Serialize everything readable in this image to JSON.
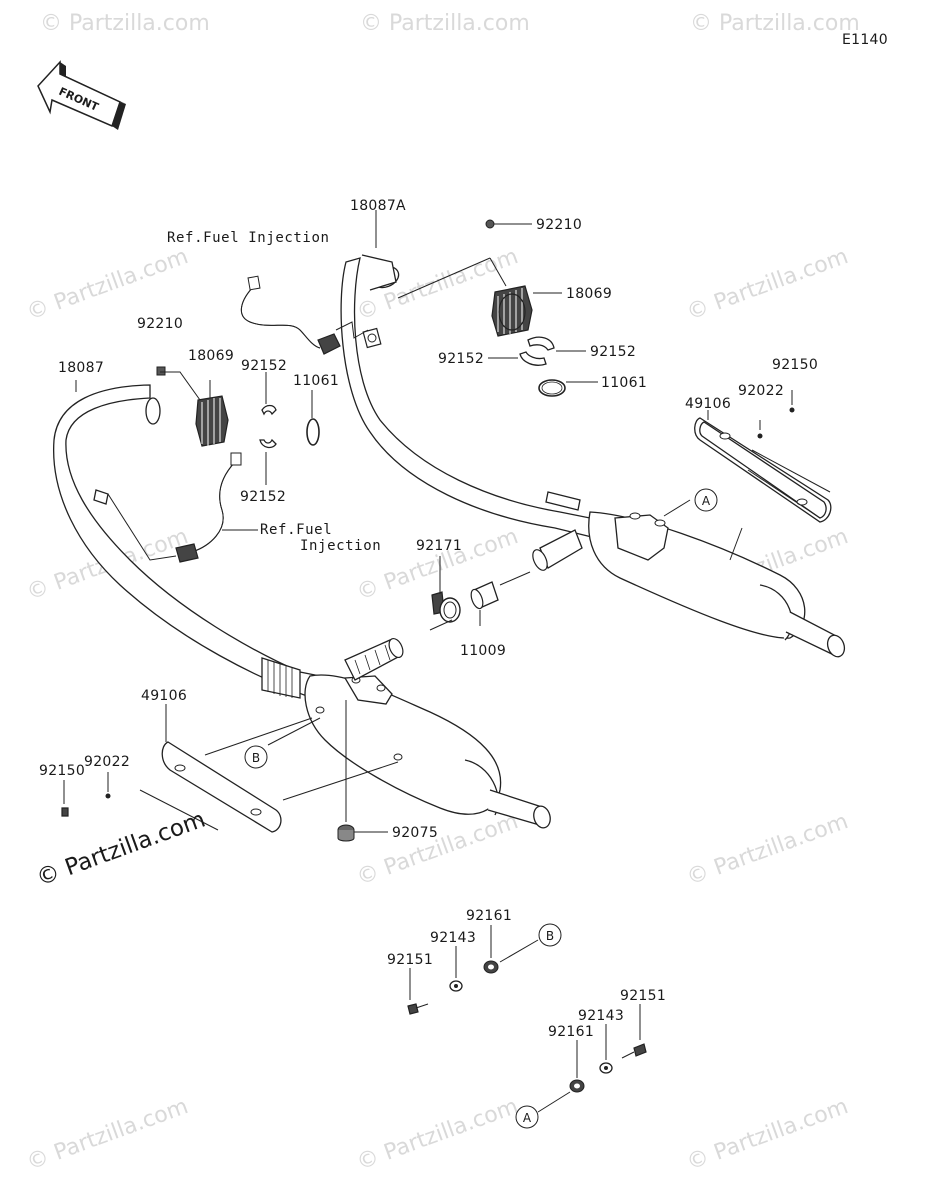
{
  "diagram_code": "E1140",
  "front_label": "FRONT",
  "copyright": "© Partzilla.com",
  "watermark": "© Partzilla.com",
  "refs": {
    "fuel_injection_top": "Ref.Fuel Injection",
    "fuel_injection_left_line1": "Ref.Fuel",
    "fuel_injection_left_line2": "Injection"
  },
  "callouts": {
    "a": "A",
    "b": "B"
  },
  "parts": {
    "p18087A": "18087A",
    "p92210_r": "92210",
    "p18069_r": "18069",
    "p92152_r1": "92152",
    "p92152_r2": "92152",
    "p11061_r": "11061",
    "p92150_r": "92150",
    "p92022_r": "92022",
    "p49106_r": "49106",
    "p92210_l": "92210",
    "p18069_l": "18069",
    "p18087": "18087",
    "p92152_l1": "92152",
    "p11061_l": "11061",
    "p92152_l2": "92152",
    "p92171": "92171",
    "p11009": "11009",
    "p49106_l": "49106",
    "p92022_l": "92022",
    "p92150_l": "92150",
    "p92075": "92075",
    "p92161_b": "92161",
    "p92143_b": "92143",
    "p92151_b": "92151",
    "p92151_a": "92151",
    "p92143_a": "92143",
    "p92161_a": "92161"
  }
}
